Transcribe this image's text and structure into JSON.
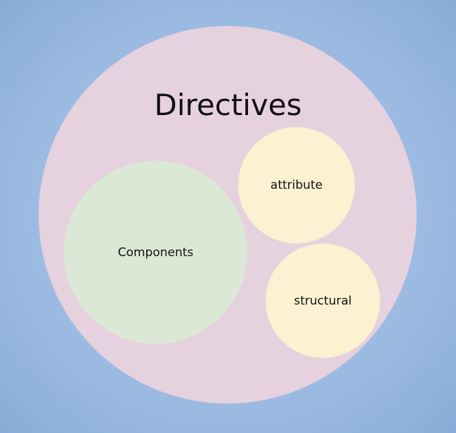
{
  "diagram": {
    "title": "Directives",
    "circles": {
      "outer": {
        "label": "Directives",
        "color": "#e6d1de"
      },
      "components": {
        "label": "Components",
        "color": "#dbe8d6"
      },
      "attribute": {
        "label": "attribute",
        "color": "#fcf1d0"
      },
      "structural": {
        "label": "structural",
        "color": "#fcf1d0"
      }
    },
    "background_color": "#9fbde3"
  }
}
